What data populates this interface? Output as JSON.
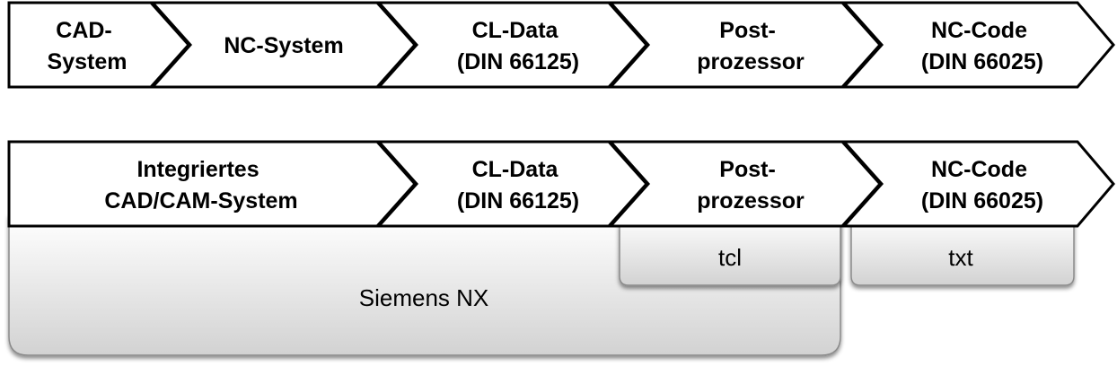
{
  "top_row": {
    "chevrons": [
      {
        "line1": "CAD-",
        "line2": "System"
      },
      {
        "line1": "NC-System",
        "line2": ""
      },
      {
        "line1": "CL-Data",
        "line2": "(DIN 66125)"
      },
      {
        "line1": "Post-",
        "line2": "prozessor"
      },
      {
        "line1": "NC-Code",
        "line2": "(DIN 66025)"
      }
    ]
  },
  "bottom_row": {
    "chevrons": [
      {
        "line1": "Integriertes",
        "line2": "CAD/CAM-System"
      },
      {
        "line1": "CL-Data",
        "line2": "(DIN 66125)"
      },
      {
        "line1": "Post-",
        "line2": "prozessor"
      },
      {
        "line1": "NC-Code",
        "line2": "(DIN 66025)"
      }
    ],
    "boxes": {
      "siemens": "Siemens NX",
      "tcl": "tcl",
      "txt": "txt"
    }
  }
}
